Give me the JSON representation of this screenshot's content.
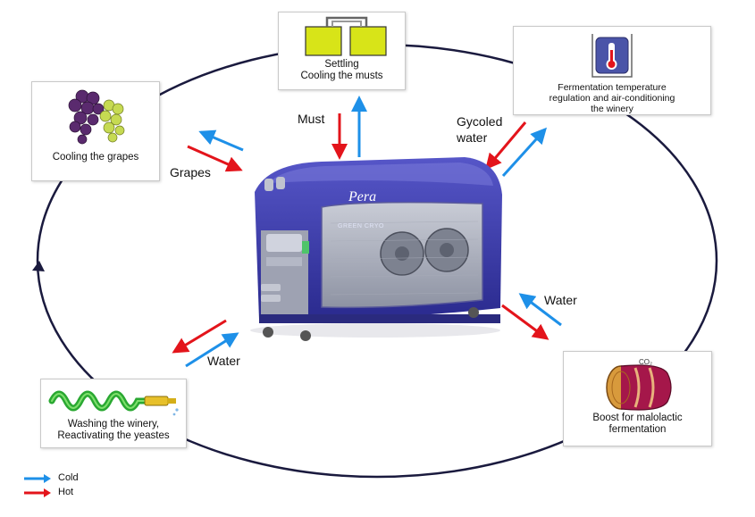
{
  "stations": {
    "settling": {
      "line1": "Settling",
      "line2": "Cooling the musts"
    },
    "fermentation": {
      "line1": "Fermentation temperature",
      "line2": "regulation and air-conditioning",
      "line3": "the winery"
    },
    "grapes": {
      "line1": "Cooling the grapes"
    },
    "malolactic": {
      "line1": "Boost for malolactic",
      "line2": "fermentation",
      "co2": "CO₂"
    },
    "washing": {
      "line1": "Washing the winery,",
      "line2": "Reactivating the yeastes"
    }
  },
  "flows": {
    "must": "Must",
    "glycol_line1": "Gycoled",
    "glycol_line2": "water",
    "grapes": "Grapes",
    "water_right": "Water",
    "water_left": "Water"
  },
  "machine": {
    "brand": "Pera",
    "model": "GREEN CRYO"
  },
  "legend": {
    "cold": "Cold",
    "hot": "Hot"
  },
  "colors": {
    "cold": "#1e90e8",
    "hot": "#e3141b",
    "cycle": "#1a1a3e",
    "machine": "#3a3aa8"
  }
}
